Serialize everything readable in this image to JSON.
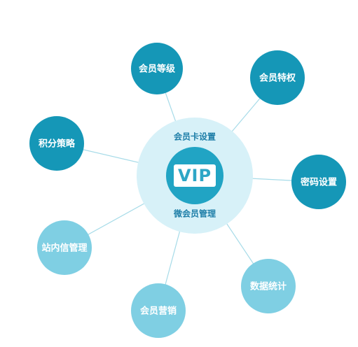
{
  "center": {
    "top_text": "会员卡设置",
    "badge_text": "VIP",
    "bottom_text": "微会员管理"
  },
  "nodes": [
    {
      "id": "member-level",
      "label": "会员等级",
      "color": "#1597b7"
    },
    {
      "id": "member-privilege",
      "label": "会员特权",
      "color": "#1597b7"
    },
    {
      "id": "points-strategy",
      "label": "积分策略",
      "color": "#1597b7"
    },
    {
      "id": "password-setting",
      "label": "密码设置",
      "color": "#1597b7"
    },
    {
      "id": "internal-message",
      "label": "站内信管理",
      "color": "#7fcfe3"
    },
    {
      "id": "data-statistics",
      "label": "数据统计",
      "color": "#7fcfe3"
    },
    {
      "id": "member-marketing",
      "label": "会员营销",
      "color": "#7fcfe3"
    }
  ],
  "colors": {
    "center_ring": "#d7f1f8",
    "center_inner": "#21a4c4",
    "connector": "#a6dbe8"
  }
}
